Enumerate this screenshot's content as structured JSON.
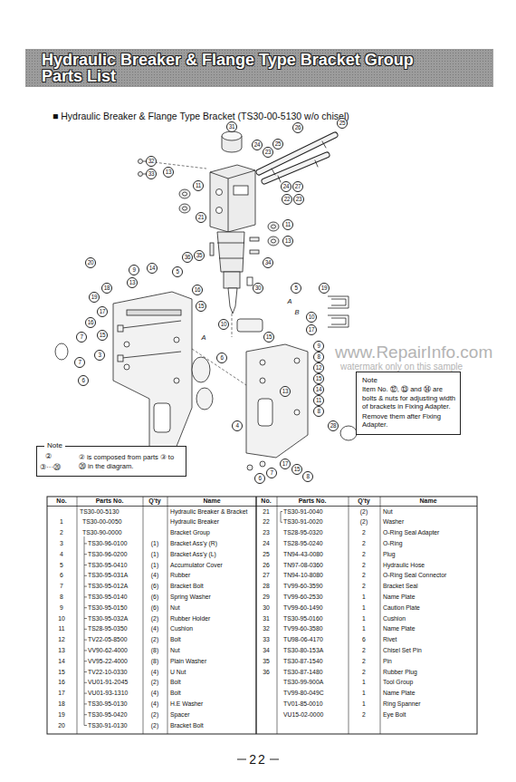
{
  "diagram": {
    "title": "Hydraulic Breaker & Flange Type Bracket Group Parts List",
    "nodes": [
      {
        "text": [
          "Note",
          "Item No. ⑫, ⑬ and ⑭ are bolts & nuts for adjusting width of brackets in Fixing Adapter.",
          "Remove them after Fixing Adapter."
        ]
      },
      {
        "text": [
          "Note",
          "② is composed from parts ③ to ⑳ in the diagram."
        ]
      }
    ],
    "labels": [
      "■ Hydraulic Breaker & Flange Type Bracket (TS30-00-5130 w/o chisel)",
      "www.RepairInfo.com",
      "watermark only on this sample",
      "22",
      "②",
      "③···⑳",
      "A",
      "B",
      "A",
      "31",
      "26",
      "25",
      "24",
      "23",
      "25",
      "32",
      "33",
      "13",
      "11",
      "21",
      "24",
      "27",
      "22",
      "23",
      "11",
      "13",
      "36",
      "35",
      "34",
      "30",
      "20",
      "9",
      "14",
      "5",
      "13",
      "18",
      "19",
      "17",
      "16",
      "15",
      "7",
      "3",
      "7",
      "6",
      "16",
      "15",
      "10",
      "6",
      "5",
      "19",
      "10",
      "17",
      "15",
      "9",
      "8",
      "12",
      "15",
      "14",
      "11",
      "8",
      "13",
      "28",
      "4",
      "17",
      "15",
      "7",
      "6",
      "8",
      "No.",
      "Parts No.",
      "Q'ty",
      "Name",
      "TS30-00-5130",
      "Hydraulic Breaker & Bracket",
      "1",
      "TS30-00-0050",
      "Hydraulic Breaker",
      "2",
      "TS30-90-0000",
      "Bracket Group",
      "3",
      "TS30-96-0100",
      "(1)",
      "Bracket Ass'y (R)",
      "4",
      "TS30-96-0200",
      "(1)",
      "Bracket Ass'y (L)",
      "5",
      "TS30-95-0410",
      "(1)",
      "Accumulator Cover",
      "6",
      "TS30-95-031A",
      "(4)",
      "Rubber",
      "7",
      "TS30-95-012A",
      "(6)",
      "Bracket Bolt",
      "8",
      "TS30-95-0140",
      "(6)",
      "Spring Washer",
      "9",
      "TS30-95-0150",
      "(6)",
      "Nut",
      "10",
      "TS30-95-032A",
      "(2)",
      "Rubber Holder",
      "11",
      "TS28-95-0350",
      "(4)",
      "Cushion",
      "12",
      "TV22-05-8500",
      "(2)",
      "Bolt",
      "13",
      "VV90-62-4000",
      "(8)",
      "Nut",
      "14",
      "VV95-22-4000",
      "(8)",
      "Plain Washer",
      "15",
      "TV22-10-0330",
      "(4)",
      "U Nut",
      "16",
      "VU01-91-2045",
      "(2)",
      "Bolt",
      "17",
      "VU01-93-1310",
      "(4)",
      "Bolt",
      "18",
      "TS30-95-0130",
      "(4)",
      "H.E Washer",
      "19",
      "TS30-95-0420",
      "(2)",
      "Spacer",
      "20",
      "TS30-91-0130",
      "(2)",
      "Bracket Bolt",
      "No.",
      "Parts No.",
      "Q'ty",
      "Name",
      "21",
      "TS30-91-0040",
      "(2)",
      "Nut",
      "22",
      "TS30-91-0020",
      "(2)",
      "Washer",
      "23",
      "TS28-95-0320",
      "2",
      "O-Ring Seal Adapter",
      "24",
      "TS28-95-0240",
      "2",
      "O-Ring",
      "25",
      "TN94-43-0080",
      "2",
      "Plug",
      "26",
      "TN97-08-0360",
      "2",
      "Hydraulic Hose",
      "27",
      "TN94-10-8080",
      "2",
      "O-Ring Seal Connector",
      "28",
      "TV99-60-3590",
      "2",
      "Bracket Seal",
      "29",
      "TV99-60-2530",
      "1",
      "Name Plate",
      "30",
      "TV99-60-1490",
      "1",
      "Caution Plate",
      "31",
      "TS30-95-0160",
      "1",
      "Cushion",
      "32",
      "TV99-60-3580",
      "1",
      "Name Plate",
      "33",
      "TU98-06-4170",
      "6",
      "Rivet",
      "34",
      "TS30-80-153A",
      "2",
      "Chisel Set Pin",
      "35",
      "TS30-87-1540",
      "2",
      "Pin",
      "36",
      "TS30-87-1480",
      "2",
      "Rubber Plug",
      "TS30-99-900A",
      "1",
      "Tool Group",
      "TV99-80-049C",
      "1",
      "Name Plate",
      "TV01-85-0010",
      "1",
      "Ring Spanner",
      "VU15-02-0000",
      "2",
      "Eye Bolt"
    ]
  }
}
